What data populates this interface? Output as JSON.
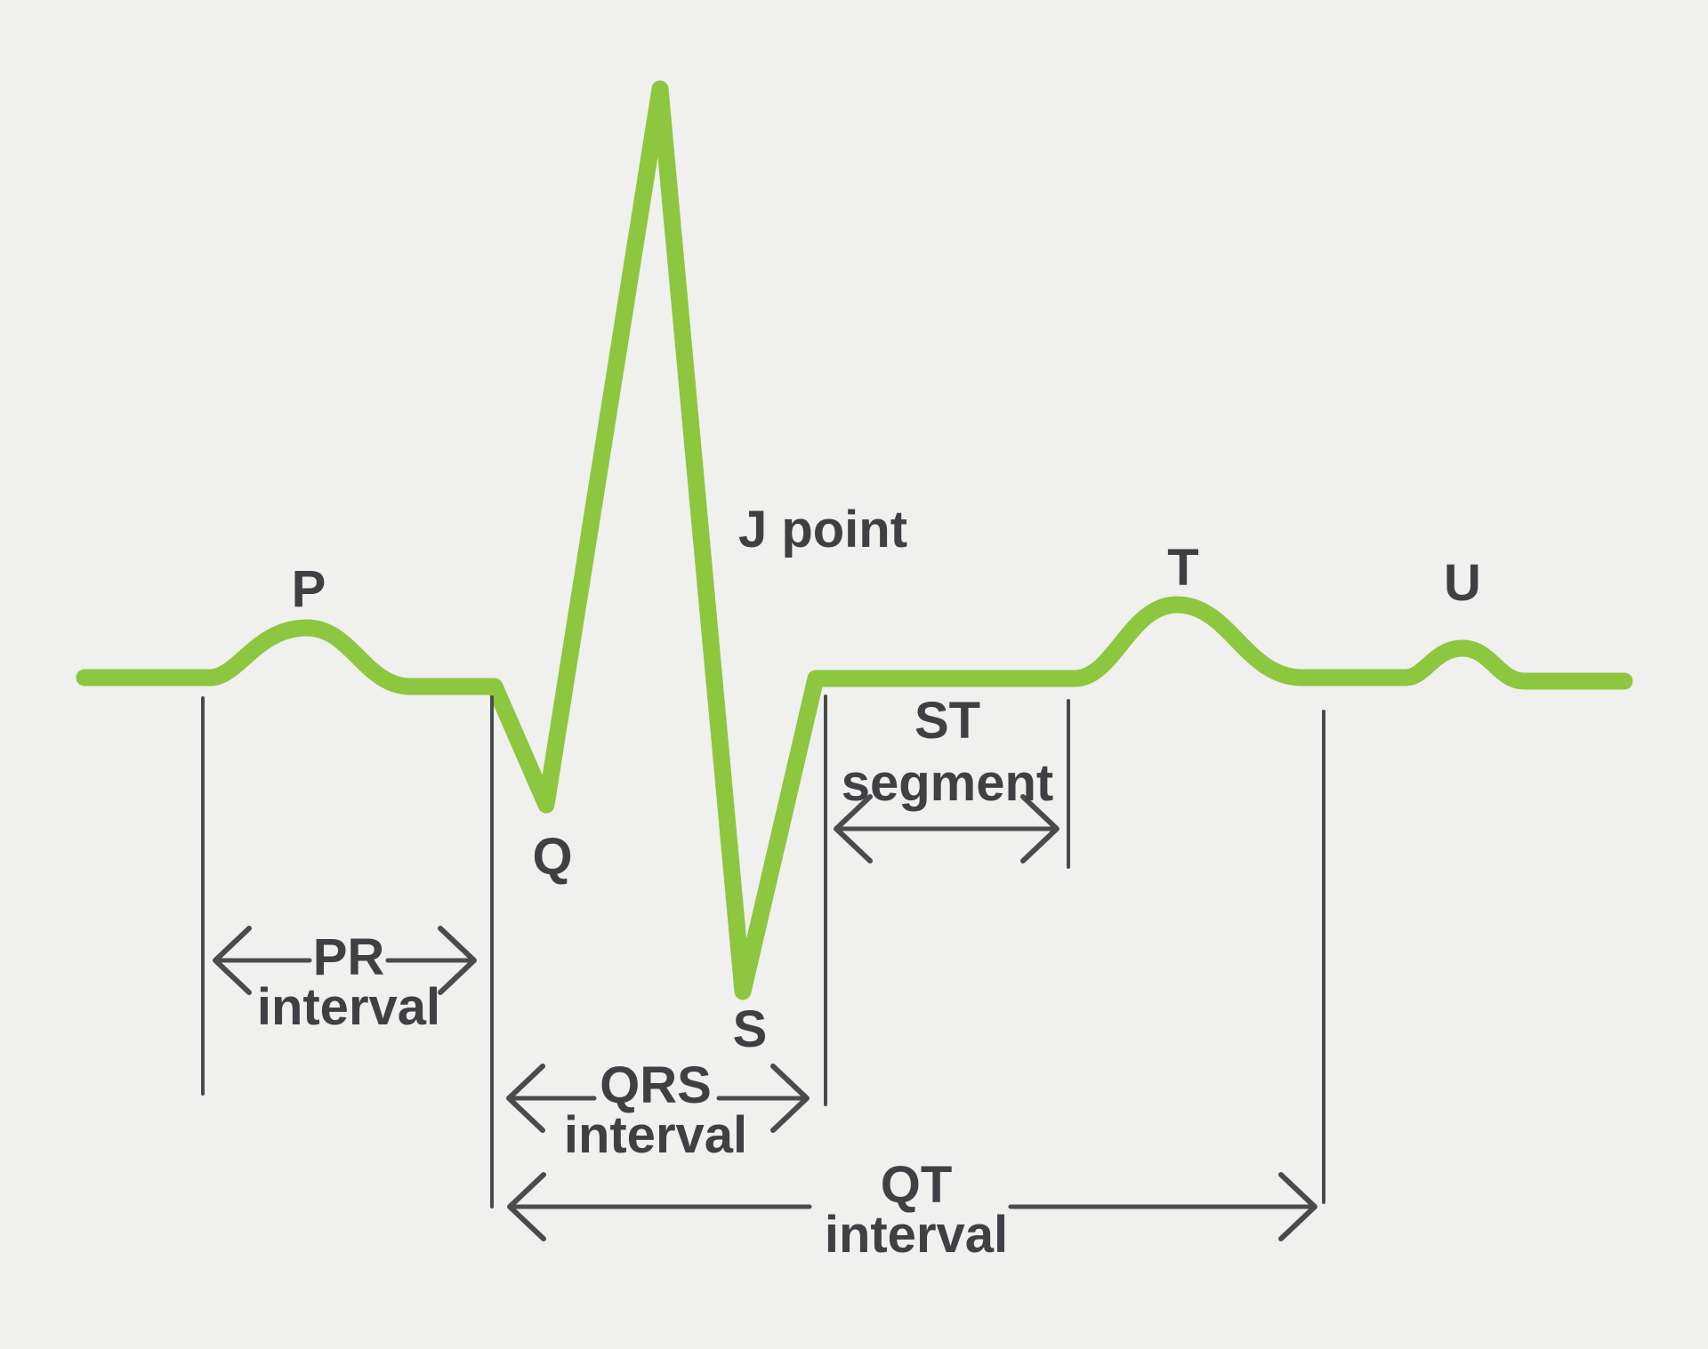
{
  "colors": {
    "background": "#f0f0ef",
    "trace": "#8dc63f",
    "text": "#3f4043",
    "marker": "#4a4b4d"
  },
  "wave_labels": {
    "p": "P",
    "q": "Q",
    "s": "S",
    "t": "T",
    "u": "U",
    "j_point": "J point"
  },
  "intervals": {
    "pr": {
      "line1": "PR",
      "line2": "interval"
    },
    "qrs": {
      "line1": "QRS",
      "line2": "interval"
    },
    "st": {
      "line1": "ST",
      "line2": "segment"
    },
    "qt": {
      "line1": "QT",
      "line2": "interval"
    }
  }
}
